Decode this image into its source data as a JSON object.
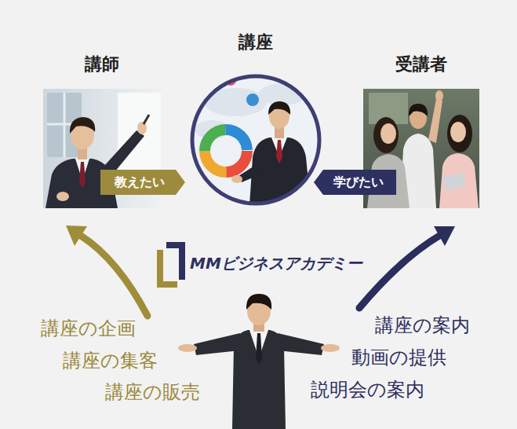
{
  "diagram": {
    "nodes": [
      {
        "text": [
          "講師"
        ]
      },
      {
        "text": [
          "講座"
        ]
      },
      {
        "text": [
          "受講者"
        ]
      },
      {
        "text": [
          "教えたい"
        ]
      },
      {
        "text": [
          "学びたい"
        ]
      }
    ],
    "labels": [
      "MMビジネスアカデミー",
      "講座の企画",
      "講座の集客",
      "講座の販売",
      "講座の案内",
      "動画の提供",
      "説明会の案内"
    ]
  }
}
